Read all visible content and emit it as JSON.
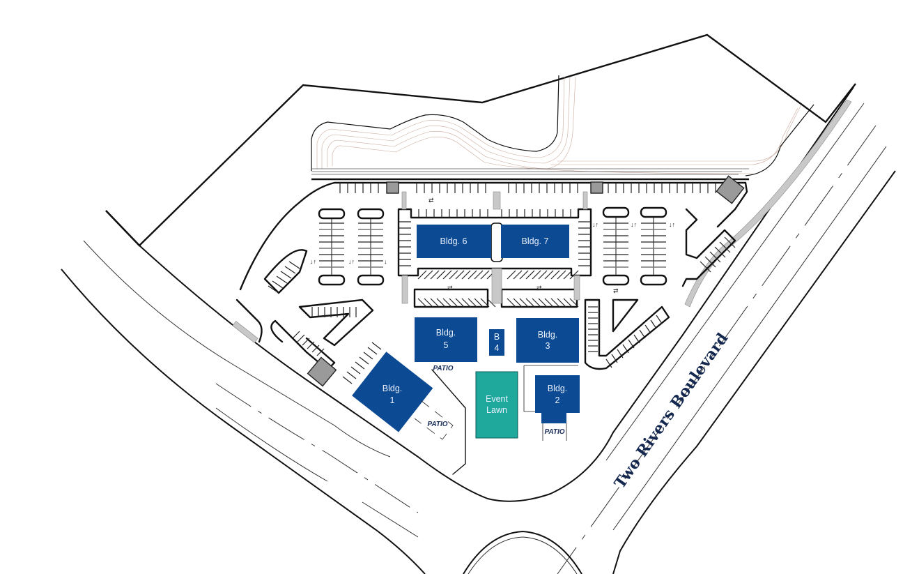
{
  "site_plan": {
    "street": {
      "name": "Two Rivers Boulevard"
    },
    "buildings": [
      {
        "id": "bldg-6",
        "line1": "Bldg. 6",
        "line2": ""
      },
      {
        "id": "bldg-7",
        "line1": "Bldg. 7",
        "line2": ""
      },
      {
        "id": "bldg-5",
        "line1": "Bldg.",
        "line2": "5"
      },
      {
        "id": "bldg-4",
        "line1": "B",
        "line2": "4"
      },
      {
        "id": "bldg-3",
        "line1": "Bldg.",
        "line2": "3"
      },
      {
        "id": "bldg-1",
        "line1": "Bldg.",
        "line2": "1"
      },
      {
        "id": "bldg-2",
        "line1": "Bldg.",
        "line2": "2"
      }
    ],
    "event_lawn": {
      "line1": "Event",
      "line2": "Lawn"
    },
    "patios": [
      {
        "id": "patio-bldg-5",
        "label": "PATIO"
      },
      {
        "id": "patio-bldg-1",
        "label": "PATIO"
      },
      {
        "id": "patio-bldg-2",
        "label": "PATIO"
      }
    ],
    "colors": {
      "building": "#0c4a93",
      "event_lawn": "#1ea99c",
      "street_label": "#14284f",
      "label_text": "#e8f0ff"
    }
  }
}
